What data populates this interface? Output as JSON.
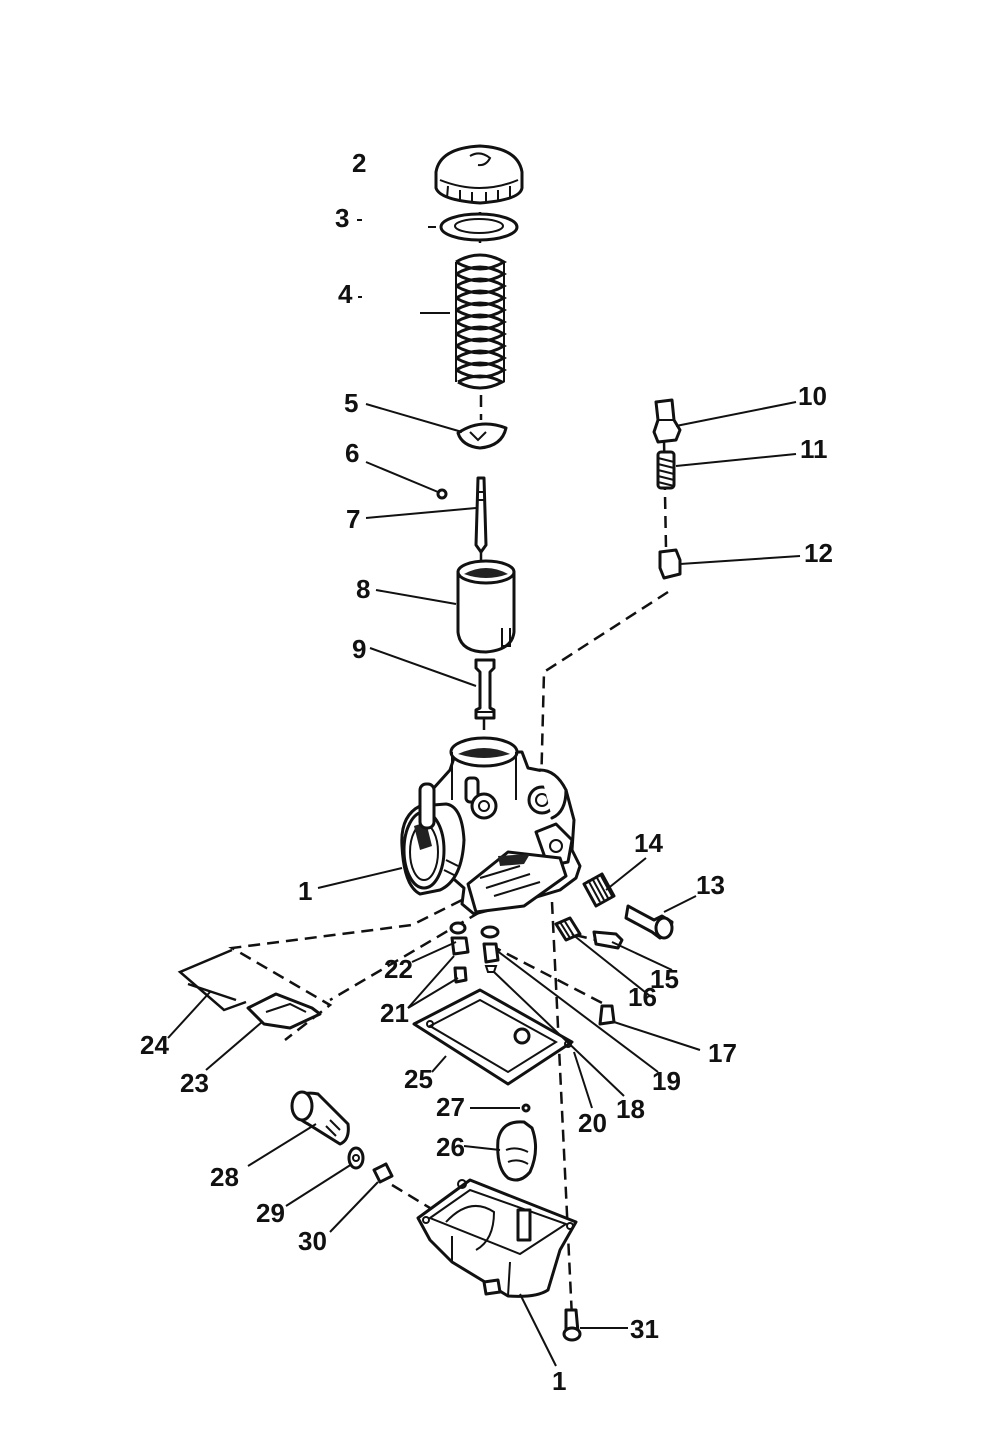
{
  "callouts": {
    "c1": "1",
    "c2": "2",
    "c3": "3",
    "c4": "4",
    "c5": "5",
    "c6": "6",
    "c7": "7",
    "c8": "8",
    "c9": "9",
    "c10": "10",
    "c11": "11",
    "c12": "12",
    "c13": "13",
    "c14": "14",
    "c15": "15",
    "c16": "16",
    "c17": "17",
    "c18": "18",
    "c19": "19",
    "c20": "20",
    "c21": "21",
    "c22": "22",
    "c23": "23",
    "c24": "24",
    "c25": "25",
    "c26": "26",
    "c27": "27",
    "c28": "28",
    "c29": "29",
    "c30": "30",
    "c31": "31",
    "c1_lower": "1"
  },
  "colors": {
    "background": "#ffffff",
    "ink": "#111111"
  }
}
